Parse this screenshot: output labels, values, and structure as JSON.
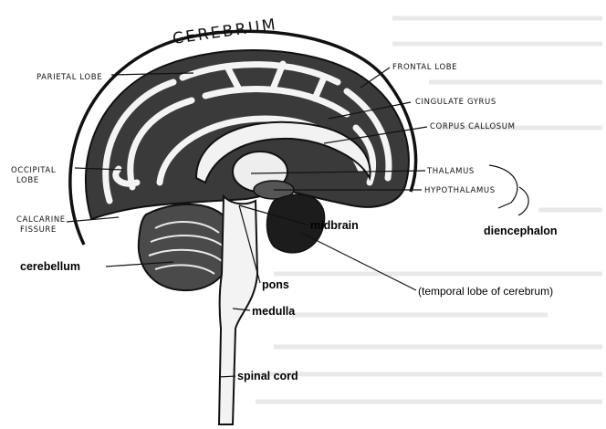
{
  "title": "CEREBRUM",
  "labels": {
    "parietal_lobe": "PARIETAL LOBE",
    "frontal_lobe": "FRONTAL LOBE",
    "cingulate_gyrus": "CINGULATE GYRUS",
    "corpus_callosum": "CORPUS CALLOSUM",
    "occipital_lobe_1": "OCCIPITAL",
    "occipital_lobe_2": "LOBE",
    "thalamus": "THALAMUS",
    "hypothalamus": "HYPOTHALAMUS",
    "calcarine_fissure_1": "CALCARINE",
    "calcarine_fissure_2": "FISSURE",
    "midbrain": "midbrain",
    "diencephalon": "diencephalon",
    "cerebellum": "cerebellum",
    "pons": "pons",
    "temporal_lobe": "(temporal lobe of cerebrum)",
    "medulla": "medulla",
    "spinal_cord": "spinal cord"
  }
}
